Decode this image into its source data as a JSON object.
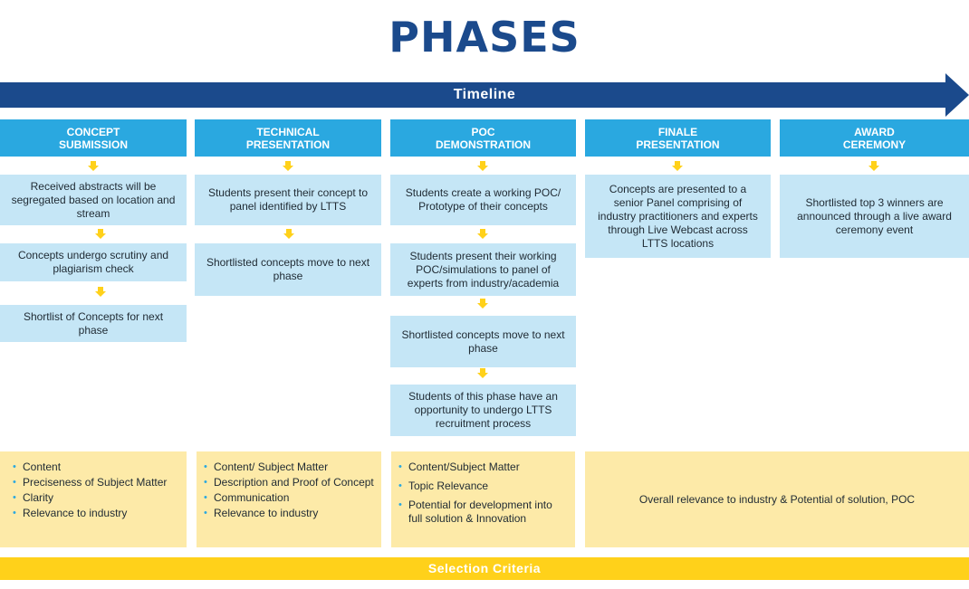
{
  "title": "PHASES",
  "timeline_label": "Timeline",
  "selection_label": "Selection Criteria",
  "colors": {
    "navy": "#1b4a8c",
    "header_blue": "#2aa8e0",
    "step_blue": "#c5e6f6",
    "criteria_yellow": "#fdeaa8",
    "arrow_yellow": "#ffd11a"
  },
  "phases": [
    {
      "header": "CONCEPT\nSUBMISSION",
      "steps": [
        "Received abstracts will be segregated based on location and stream",
        "Concepts undergo scrutiny and plagiarism check",
        "Shortlist of Concepts for next phase"
      ],
      "criteria": [
        "Content",
        "Preciseness of Subject Matter",
        "Clarity",
        "Relevance to industry"
      ]
    },
    {
      "header": "TECHNICAL\nPRESENTATION",
      "steps": [
        "Students present their concept to panel identified by LTTS",
        "Shortlisted concepts move to next phase"
      ],
      "criteria": [
        "Content/ Subject Matter",
        "Description and Proof of Concept",
        "Communication",
        "Relevance to industry"
      ]
    },
    {
      "header": "POC\nDEMONSTRATION",
      "steps": [
        "Students create a working POC/ Prototype of their concepts",
        "Students present their working POC/simulations to panel of experts from industry/academia",
        "Shortlisted concepts move to next phase",
        "Students of this phase have an opportunity to undergo LTTS recruitment process"
      ],
      "criteria": [
        "Content/Subject Matter",
        "Topic Relevance",
        "Potential for development into full solution & Innovation"
      ]
    },
    {
      "header": "FINALE\nPRESENTATION",
      "steps": [
        "Concepts are presented to a senior Panel comprising of industry practitioners and experts through  Live Webcast across LTTS  locations"
      ]
    },
    {
      "header": "AWARD\nCEREMONY",
      "steps": [
        "Shortlisted top 3 winners are announced through a live award ceremony event"
      ]
    }
  ],
  "shared_criteria": "Overall relevance to industry & Potential of solution, POC"
}
